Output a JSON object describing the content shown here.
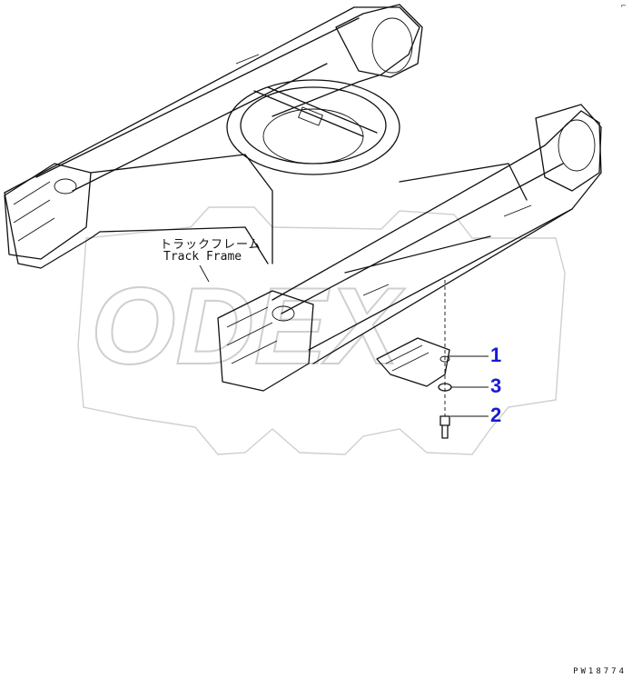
{
  "figure": {
    "frame_label_jp": "トラックフレーム",
    "frame_label_en": "Track Frame",
    "drawing_code": "PW18774",
    "corner_mark": "⌐",
    "watermark": "ODEX"
  },
  "callouts": [
    {
      "number": "1"
    },
    {
      "number": "3"
    },
    {
      "number": "2"
    }
  ],
  "colors": {
    "line": "#111111",
    "callout": "#1a1ad6",
    "watermark": "#cfcfcf"
  }
}
